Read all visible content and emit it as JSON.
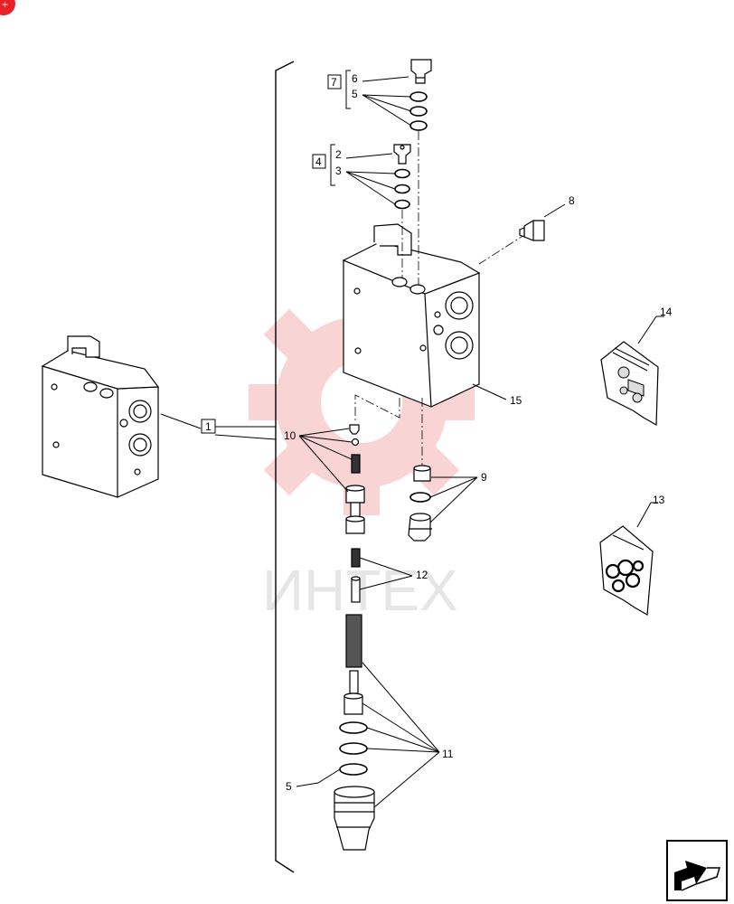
{
  "watermark": {
    "text": "ИНТЕХ",
    "color": "#f4b2b2"
  },
  "corner_badge": {
    "color": "#e8202a",
    "icon": "plus-icon"
  },
  "labels": {
    "l1": "1",
    "l2": "2",
    "l3": "3",
    "l4": "4",
    "l5a": "5",
    "l5b": "5",
    "l6": "6",
    "l7": "7",
    "l8": "8",
    "l9": "9",
    "l10": "10",
    "l11": "11",
    "l12": "12",
    "l13": "13",
    "l14": "14",
    "l15": "15"
  },
  "nav_icon": "next-page-arrow-icon"
}
